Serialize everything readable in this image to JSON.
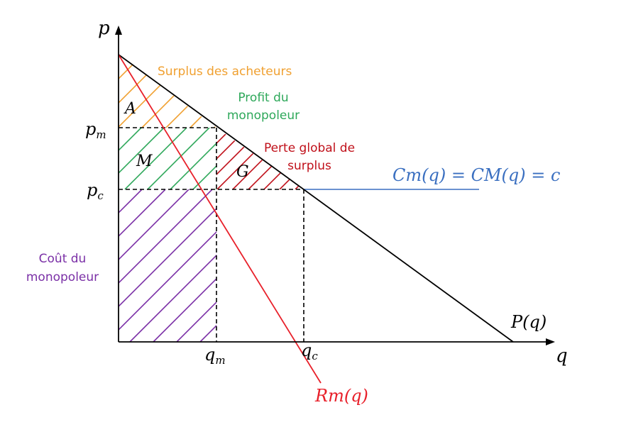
{
  "axes": {
    "y_label": "p",
    "x_label": "q"
  },
  "ticks": {
    "pm": {
      "base": "p",
      "sub": "m"
    },
    "pc": {
      "base": "p",
      "sub": "c"
    },
    "qm": {
      "base": "q",
      "sub": "m"
    },
    "qc": {
      "base": "q",
      "sub": "c"
    }
  },
  "regions": {
    "A": "A",
    "M": "M",
    "G": "G"
  },
  "annotations": {
    "surplus_acheteurs": "Surplus des acheteurs",
    "profit_line1": "Profit du",
    "profit_line2": "monopoleur",
    "perte_line1": "Perte global de",
    "perte_line2": "surplus",
    "cout_line1": "Coût du",
    "cout_line2": "monopoleur"
  },
  "curves": {
    "cost": "Cm(q) = CM(q) = c",
    "demand": "P(q)",
    "marginal_revenue": "Rm(q)"
  },
  "colors": {
    "orange": "#f0a030",
    "green": "#2ea85a",
    "red": "#c0101a",
    "purple": "#7a2fa6",
    "blue": "#3a6fc0",
    "mr_red": "#e8202a",
    "black": "#000000"
  }
}
